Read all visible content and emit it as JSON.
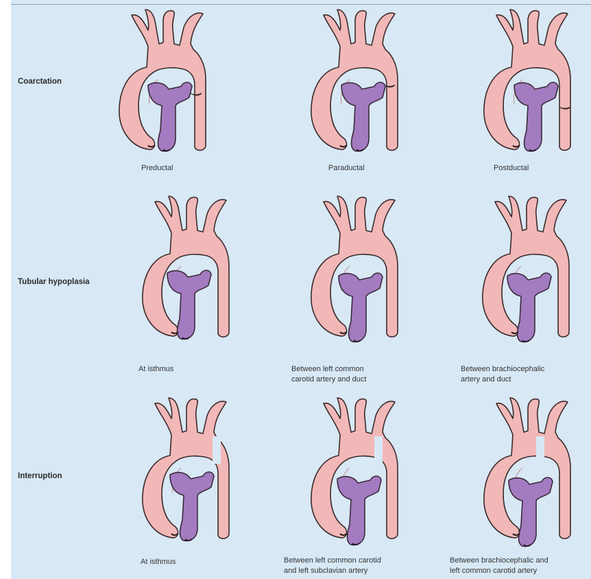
{
  "colors": {
    "background": "#d8e8f5",
    "aorta_fill": "#f2b8b8",
    "aorta_stroke": "#3a2a2a",
    "pulmonary_fill": "#a37bc0",
    "pulmonary_stroke": "#3a2a3a"
  },
  "rows": [
    {
      "label": "Coarctation",
      "panels": [
        {
          "variant": "coarct-pre",
          "caption": [
            "Preductal"
          ]
        },
        {
          "variant": "coarct-para",
          "caption": [
            "Paraductal"
          ]
        },
        {
          "variant": "coarct-post",
          "caption": [
            "Postductal"
          ]
        }
      ]
    },
    {
      "label": "Tubular hypoplasia",
      "panels": [
        {
          "variant": "hypo-isthmus",
          "caption": [
            "At isthmus"
          ]
        },
        {
          "variant": "hypo-lcc",
          "caption": [
            "Between left common",
            "carotid artery and duct"
          ]
        },
        {
          "variant": "hypo-brach",
          "caption": [
            "Between brachiocephalic",
            "artery and duct"
          ]
        }
      ]
    },
    {
      "label": "Interruption",
      "panels": [
        {
          "variant": "int-isthmus",
          "caption": [
            "At isthmus"
          ]
        },
        {
          "variant": "int-lcc",
          "caption": [
            "Between left common carotid",
            "and left subclavian artery"
          ]
        },
        {
          "variant": "int-brach",
          "caption": [
            "Between brachiocephalic and",
            "left common carotid artery"
          ]
        }
      ]
    }
  ]
}
